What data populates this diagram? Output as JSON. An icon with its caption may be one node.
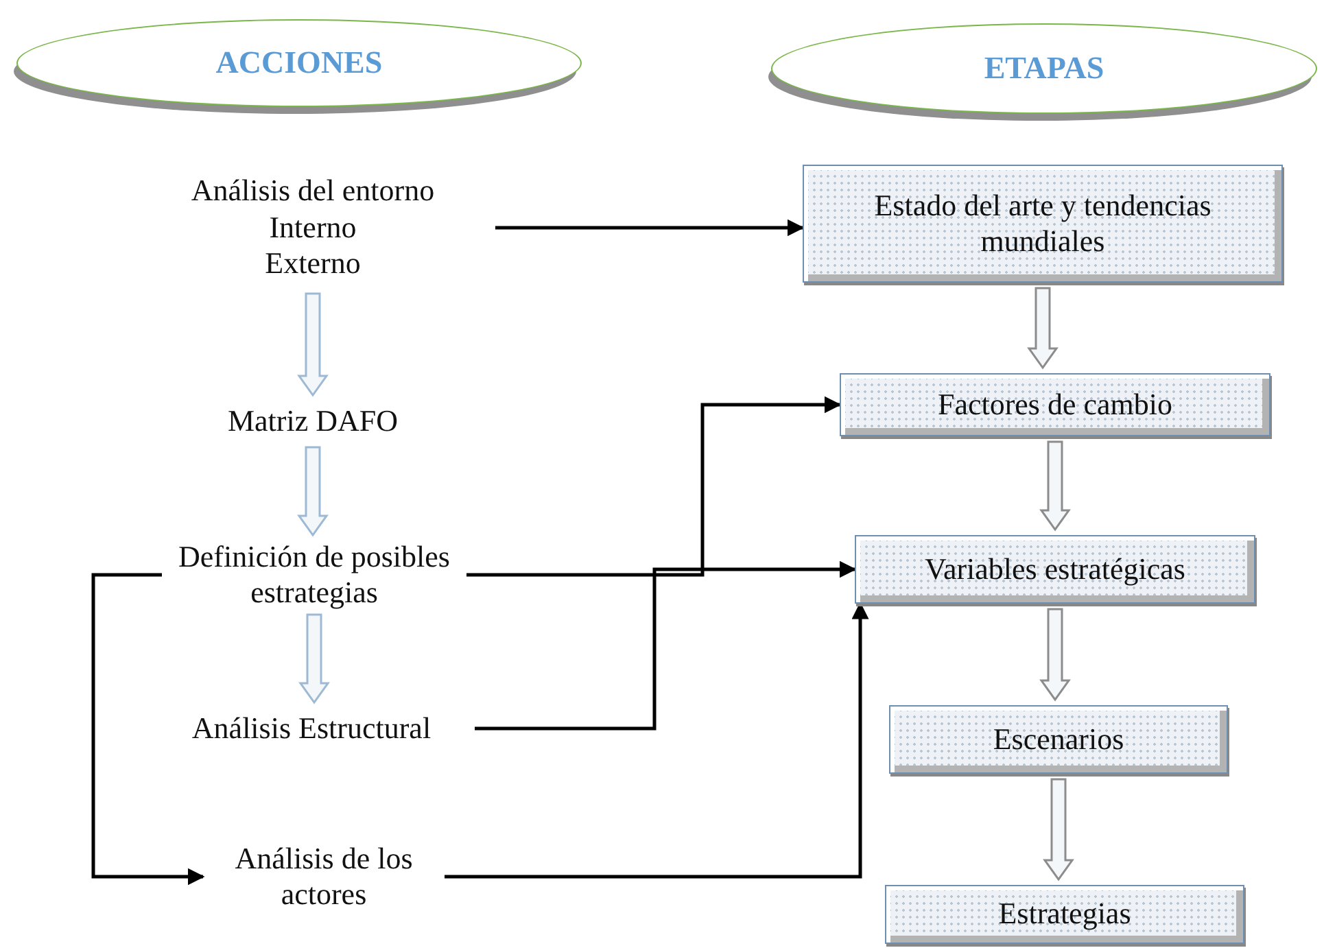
{
  "diagram": {
    "nodes": [
      {
        "text": [
          "ACCIONES"
        ]
      },
      {
        "text": [
          "ETAPAS"
        ]
      },
      {
        "text": [
          "Análisis del entorno",
          "Interno",
          "Externo"
        ]
      },
      {
        "text": [
          "Matriz DAFO"
        ]
      },
      {
        "text": [
          "Definición de posibles estrategias"
        ]
      },
      {
        "text": [
          "Análisis Estructural"
        ]
      },
      {
        "text": [
          "Análisis de los actores"
        ]
      },
      {
        "text": [
          "Estado del arte y tendencias mundiales"
        ]
      },
      {
        "text": [
          "Factores de cambio"
        ]
      },
      {
        "text": [
          "Variables estratégicas"
        ]
      },
      {
        "text": [
          "Escenarios"
        ]
      },
      {
        "text": [
          "Estrategias"
        ]
      }
    ],
    "edges": [
      {
        "from": 2,
        "to": 7,
        "arrow": "to"
      },
      {
        "from": 2,
        "to": 3,
        "arrow": "to",
        "style": "thick",
        "color": "#9db9d3"
      },
      {
        "from": 3,
        "to": 4,
        "arrow": "to",
        "style": "thick",
        "color": "#9db9d3"
      },
      {
        "from": 4,
        "to": 5,
        "arrow": "to",
        "style": "thick",
        "color": "#9db9d3"
      },
      {
        "from": 4,
        "to": 8,
        "arrow": "to"
      },
      {
        "from": 5,
        "to": 9,
        "arrow": "to"
      },
      {
        "from": 6,
        "to": 9,
        "arrow": "to"
      },
      {
        "from": 4,
        "to": 6,
        "arrow": "to"
      },
      {
        "from": 7,
        "to": 8,
        "arrow": "to",
        "style": "thick",
        "color": "#8c8c8c"
      },
      {
        "from": 8,
        "to": 9,
        "arrow": "to",
        "style": "thick",
        "color": "#8c8c8c"
      },
      {
        "from": 9,
        "to": 10,
        "arrow": "to",
        "style": "thick",
        "color": "#8c8c8c"
      },
      {
        "from": 10,
        "to": 11,
        "arrow": "to",
        "style": "thick",
        "color": "#8c8c8c"
      }
    ]
  }
}
